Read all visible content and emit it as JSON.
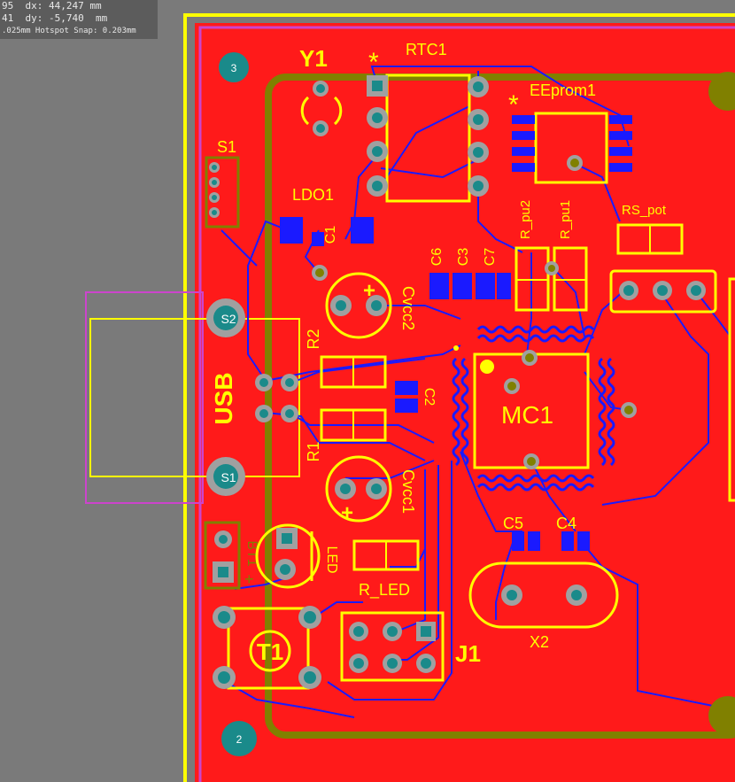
{
  "hud": {
    "line1_prefix": "95",
    "dx": "dx: 44,247 mm",
    "line2_prefix": "41",
    "dy": "dy: -5,740  mm",
    "line3": ".025mm Hotspot Snap: 0.203mm"
  },
  "colors": {
    "background": "#7a7a7a",
    "copper_top": "#ff1a1a",
    "silkscreen": "#ffff00",
    "bottom_traces": "#1a1aff",
    "keepout": "#cc44cc",
    "board_outline": "#808000",
    "pad": "#a0a0a0",
    "drill": "#1a8a8a"
  },
  "designators": {
    "y1": "Y1",
    "rtc1": "RTC1",
    "eeprom1": "EEprom1",
    "s1_switch": "S1",
    "ldo1": "LDO1",
    "c1": "C1",
    "r_pu2": "R_pu2",
    "r_pu1": "R_pu1",
    "rs_pot": "RS_pot",
    "c6": "C6",
    "c3": "C3",
    "c7": "C7",
    "cvcc2": "Cvcc2",
    "r2": "R2",
    "usb": "USB",
    "usb_s2": "S2",
    "usb_s1": "S1",
    "c2": "C2",
    "mc1": "MC1",
    "r1": "R1",
    "cvcc1": "Cvcc1",
    "c5": "C5",
    "c4": "C4",
    "bt1": "BT1",
    "led": "LED",
    "r_led": "R_LED",
    "x2": "X2",
    "t1": "T1",
    "j1": "J1",
    "mount3": "3",
    "mount2": "2",
    "plus": "+",
    "star": "*"
  }
}
